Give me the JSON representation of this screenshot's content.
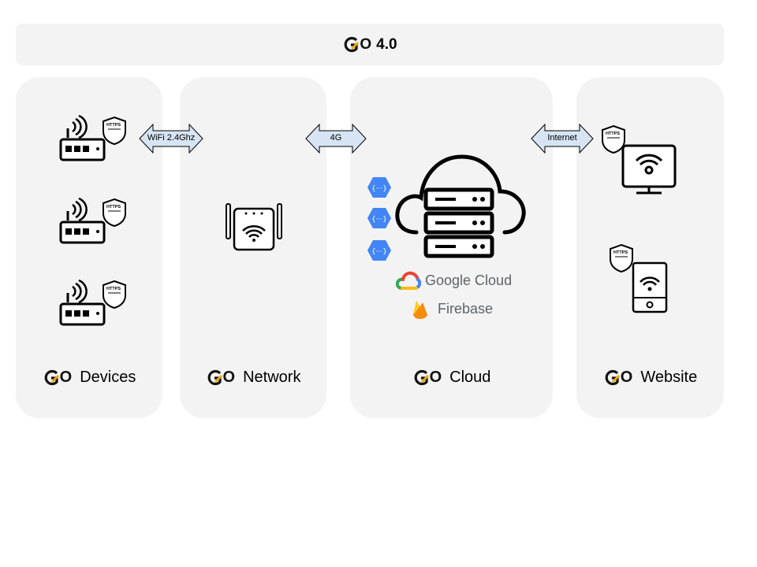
{
  "header": {
    "logo_g": "G",
    "logo_o": "O",
    "title": "4.0"
  },
  "panels": {
    "devices": {
      "logo_g": "G",
      "logo_o": "O",
      "label": "Devices"
    },
    "network": {
      "logo_g": "G",
      "logo_o": "O",
      "label": "Network"
    },
    "cloud": {
      "logo_g": "G",
      "logo_o": "O",
      "label": "Cloud"
    },
    "website": {
      "logo_g": "G",
      "logo_o": "O",
      "label": "Website"
    }
  },
  "links": {
    "wifi": "WiFi 2.4Ghz",
    "cellular": "4G",
    "internet": "Internet"
  },
  "badges": {
    "https": "HTTPS"
  },
  "cloud_services": {
    "google_cloud": "Google Cloud",
    "firebase": "Firebase"
  },
  "colors": {
    "panel_bg": "#f3f3f3",
    "arrow_fill": "#d6e4f3",
    "logo_accent": "#f2a900",
    "gcp_hex": "#4285f4",
    "firebase_orange": "#f5a623"
  }
}
